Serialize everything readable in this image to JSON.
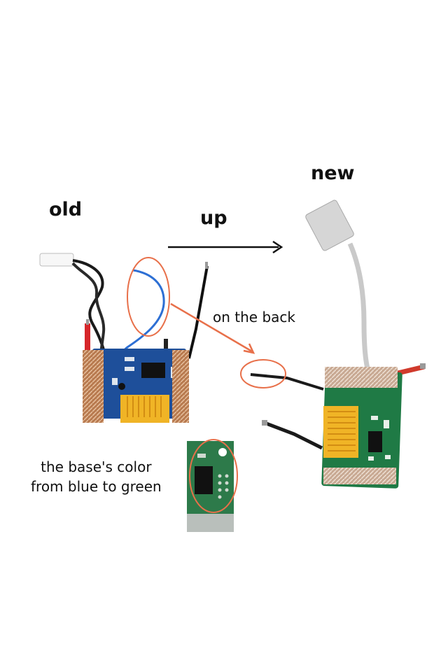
{
  "labels": {
    "new": "new",
    "old": "old",
    "up": "up",
    "on_the_back": "on the back",
    "note_line1": "the base's color",
    "note_line2": "from blue to green"
  },
  "colors": {
    "old_pcb": "#1e4f9a",
    "new_pcb": "#1f7a45",
    "connector": "#f0b426",
    "annotation": "#e8704a",
    "arrow": "#111111"
  }
}
